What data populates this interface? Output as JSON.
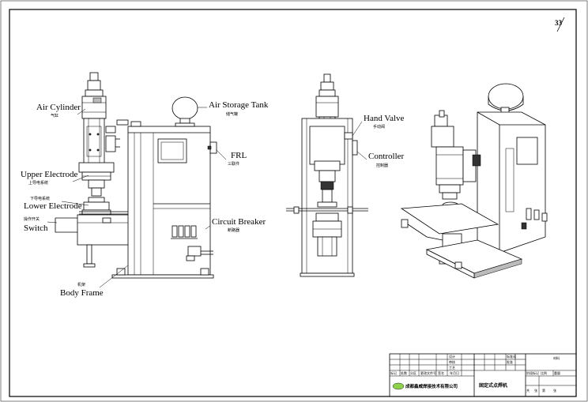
{
  "sheet_number": "33",
  "labels": {
    "air_cylinder": {
      "en": "Air Cylinder",
      "cn": "气缸"
    },
    "upper_electrode": {
      "en": "Upper Electrode",
      "cn": "上导电系统"
    },
    "lower_electrode": {
      "en": "Lower Electrode",
      "cn": "下导电系统"
    },
    "switch": {
      "en": "Switch",
      "cn": "操作开关"
    },
    "body_frame": {
      "en": "Body Frame",
      "cn": "机架"
    },
    "air_storage_tank": {
      "en": "Air Storage Tank",
      "cn": "储气罐"
    },
    "frl": {
      "en": "FRL",
      "cn": "三联件"
    },
    "circuit_breaker": {
      "en": "Circuit Breaker",
      "cn": "断路器"
    },
    "hand_valve": {
      "en": "Hand Valve",
      "cn": "手动阀"
    },
    "controller": {
      "en": "Controller",
      "cn": "控制器"
    }
  },
  "title_block": {
    "company": "成都鑫威焊接技术有限公司",
    "drawing_name": "固定式点焊机",
    "row_labels": [
      "标记",
      "处数",
      "分区",
      "更改文件号",
      "签名",
      "年月日"
    ],
    "col_labels": [
      "设计",
      "审核",
      "工艺",
      "标准化",
      "批准"
    ],
    "right_labels": [
      "阶段标记",
      "重量",
      "比例"
    ],
    "sheet_labels": [
      "共",
      "张",
      "第",
      "张"
    ],
    "material": "材料"
  },
  "colors": {
    "line": "#000000",
    "background": "#ffffff",
    "logo": "#8fd14f"
  }
}
